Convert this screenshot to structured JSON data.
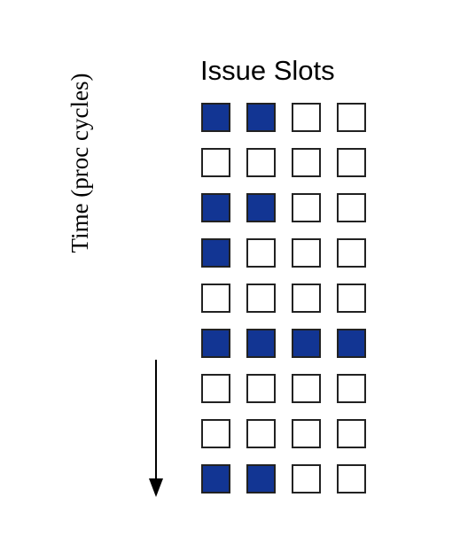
{
  "diagram": {
    "title": "Issue Slots",
    "axis_label": "Time (proc cycles)",
    "fill_color": "#123593",
    "slots_per_cycle": 4,
    "cycles": [
      [
        true,
        true,
        false,
        false
      ],
      [
        false,
        false,
        false,
        false
      ],
      [
        true,
        true,
        false,
        false
      ],
      [
        true,
        false,
        false,
        false
      ],
      [
        false,
        false,
        false,
        false
      ],
      [
        true,
        true,
        true,
        true
      ],
      [
        false,
        false,
        false,
        false
      ],
      [
        false,
        false,
        false,
        false
      ],
      [
        true,
        true,
        false,
        false
      ]
    ]
  }
}
